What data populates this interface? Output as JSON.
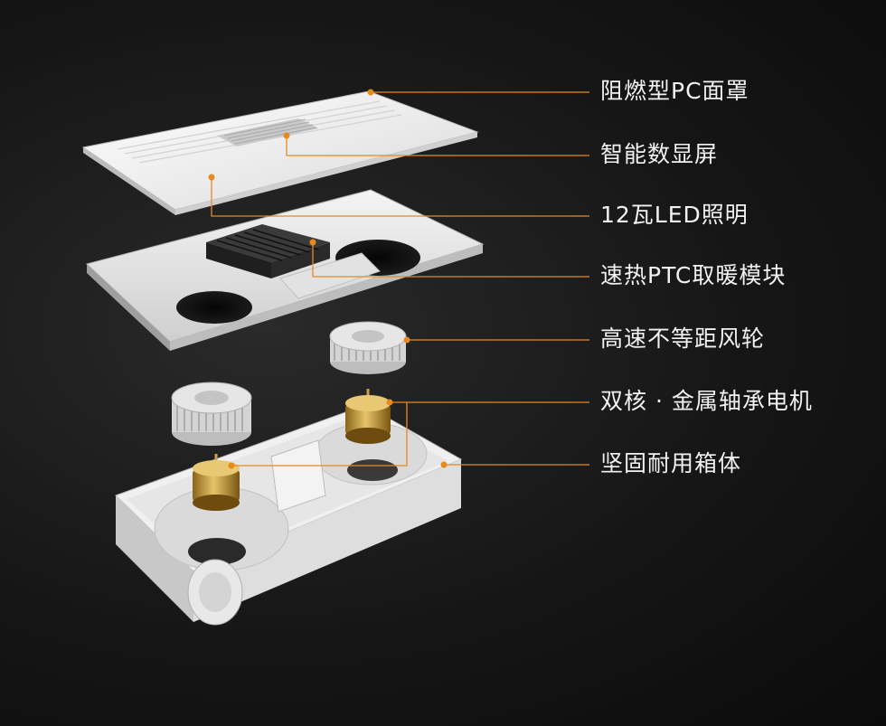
{
  "accent_color": "#e8891f",
  "callouts": [
    {
      "id": "pc-cover",
      "label": "阻燃型PC面罩"
    },
    {
      "id": "display",
      "label": "智能数显屏"
    },
    {
      "id": "led",
      "label": "12瓦LED照明"
    },
    {
      "id": "ptc",
      "label": "速热PTC取暖模块"
    },
    {
      "id": "impeller",
      "label": "高速不等距风轮"
    },
    {
      "id": "motor",
      "label": "双核 · 金属轴承电机"
    },
    {
      "id": "housing",
      "label": "坚固耐用箱体"
    }
  ]
}
